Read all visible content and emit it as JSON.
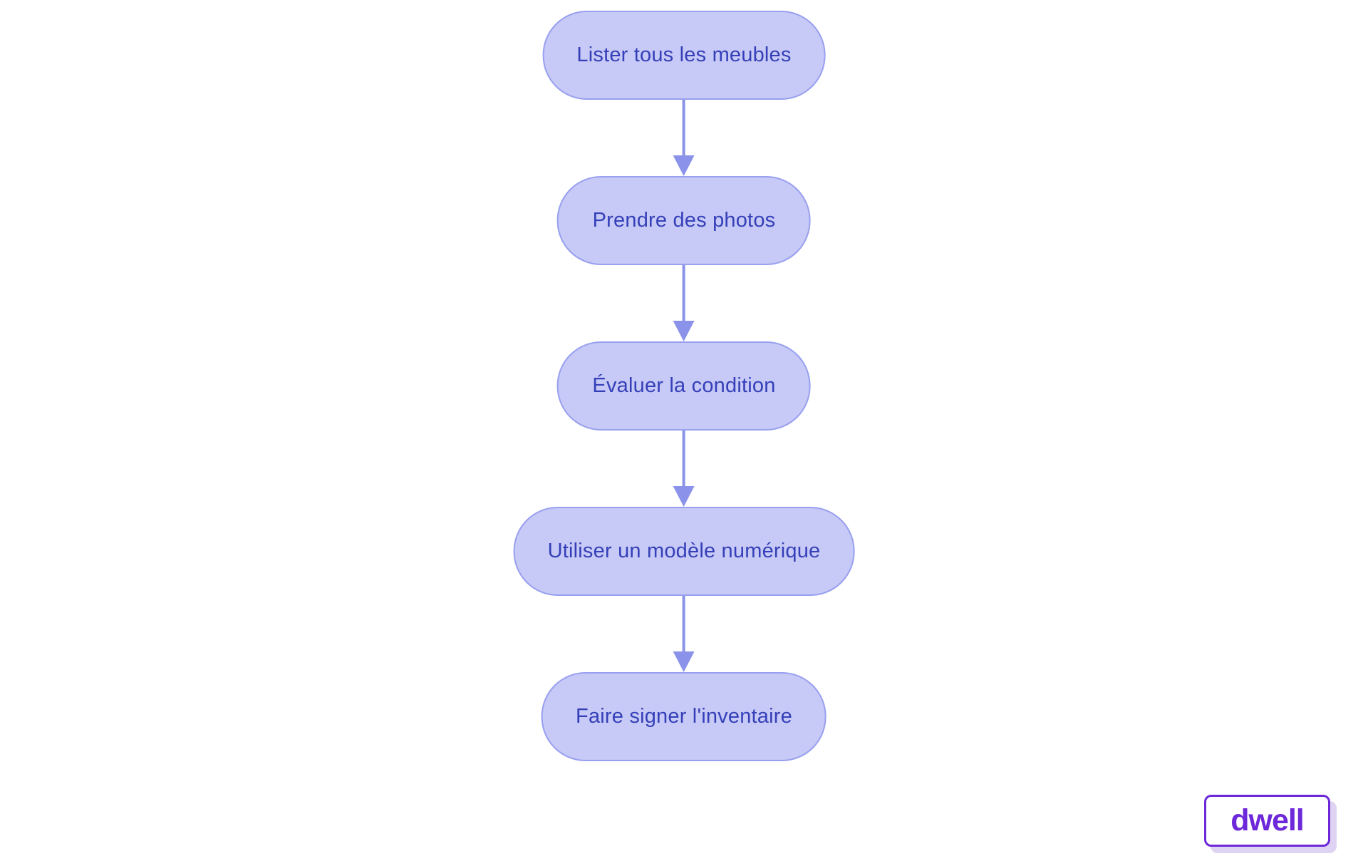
{
  "colors": {
    "background": "#ffffff",
    "node-fill": "#c7c9f6",
    "node-border": "#98a0ef",
    "node-text": "#3540b8",
    "arrow": "#8a92e9",
    "logo-purple": "#6d28d9",
    "logo-shadow": "#ded3f2"
  },
  "diagram": {
    "type": "flowchart",
    "direction": "top-to-bottom",
    "nodes": [
      {
        "id": "1",
        "shape": "stadium",
        "label": "Lister tous les meubles"
      },
      {
        "id": "2",
        "shape": "stadium",
        "label": "Prendre des photos"
      },
      {
        "id": "3",
        "shape": "stadium",
        "label": "Évaluer la condition"
      },
      {
        "id": "4",
        "shape": "stadium",
        "label": "Utiliser un modèle numérique"
      },
      {
        "id": "5",
        "shape": "stadium",
        "label": "Faire signer l'inventaire"
      }
    ],
    "edges": [
      {
        "from": "1",
        "to": "2",
        "style": "arrow-down"
      },
      {
        "from": "2",
        "to": "3",
        "style": "arrow-down"
      },
      {
        "from": "3",
        "to": "4",
        "style": "arrow-down"
      },
      {
        "from": "4",
        "to": "5",
        "style": "arrow-down"
      }
    ]
  },
  "logo": {
    "text": "dwell"
  }
}
